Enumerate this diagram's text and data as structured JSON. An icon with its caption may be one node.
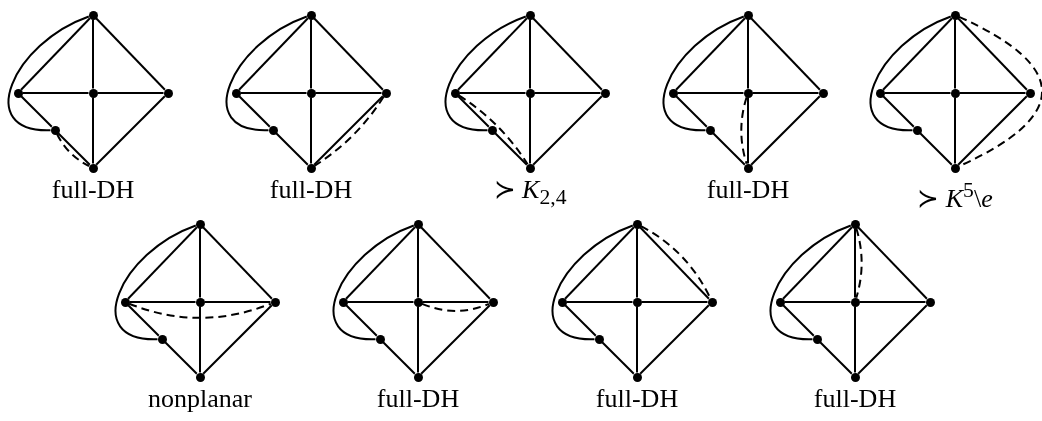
{
  "diagram": {
    "nodes": [
      {
        "text": [],
        "shape": "circle"
      },
      {
        "text": [],
        "shape": "circle"
      },
      {
        "text": [],
        "shape": "circle"
      },
      {
        "text": [],
        "shape": "circle"
      },
      {
        "text": [],
        "shape": "circle"
      },
      {
        "text": [],
        "shape": "circle"
      },
      {
        "text": [],
        "shape": "circle"
      },
      {
        "text": [],
        "shape": "circle"
      },
      {
        "text": [],
        "shape": "circle"
      },
      {
        "text": [],
        "shape": "circle"
      },
      {
        "text": [],
        "shape": "circle"
      },
      {
        "text": [],
        "shape": "circle"
      },
      {
        "text": [],
        "shape": "circle"
      },
      {
        "text": [],
        "shape": "circle"
      },
      {
        "text": [],
        "shape": "circle"
      },
      {
        "text": [],
        "shape": "circle"
      },
      {
        "text": [],
        "shape": "circle"
      },
      {
        "text": [],
        "shape": "circle"
      },
      {
        "text": [],
        "shape": "circle"
      },
      {
        "text": [],
        "shape": "circle"
      },
      {
        "text": [],
        "shape": "circle"
      },
      {
        "text": [],
        "shape": "circle"
      },
      {
        "text": [],
        "shape": "circle"
      },
      {
        "text": [],
        "shape": "circle"
      },
      {
        "text": [],
        "shape": "circle"
      },
      {
        "text": [],
        "shape": "circle"
      },
      {
        "text": [],
        "shape": "circle"
      },
      {
        "text": [],
        "shape": "circle"
      },
      {
        "text": [],
        "shape": "circle"
      },
      {
        "text": [],
        "shape": "circle"
      },
      {
        "text": [],
        "shape": "circle"
      },
      {
        "text": [],
        "shape": "circle"
      },
      {
        "text": [],
        "shape": "circle"
      },
      {
        "text": [],
        "shape": "circle"
      },
      {
        "text": [],
        "shape": "circle"
      },
      {
        "text": [],
        "shape": "circle"
      },
      {
        "text": [],
        "shape": "circle"
      },
      {
        "text": [],
        "shape": "circle"
      },
      {
        "text": [],
        "shape": "circle"
      },
      {
        "text": [],
        "shape": "circle"
      },
      {
        "text": [],
        "shape": "circle"
      },
      {
        "text": [],
        "shape": "circle"
      },
      {
        "text": [],
        "shape": "circle"
      },
      {
        "text": [],
        "shape": "circle"
      },
      {
        "text": [],
        "shape": "circle"
      },
      {
        "text": [],
        "shape": "circle"
      },
      {
        "text": [],
        "shape": "circle"
      },
      {
        "text": [],
        "shape": "circle"
      },
      {
        "text": [],
        "shape": "circle"
      },
      {
        "text": [],
        "shape": "circle"
      },
      {
        "text": [],
        "shape": "circle"
      },
      {
        "text": [],
        "shape": "circle"
      },
      {
        "text": [],
        "shape": "circle"
      },
      {
        "text": [],
        "shape": "circle"
      }
    ],
    "edges": [
      {
        "from": 0,
        "to": 1,
        "arrow": "none"
      },
      {
        "from": 0,
        "to": 3,
        "arrow": "none"
      },
      {
        "from": 0,
        "to": 2,
        "arrow": "none"
      },
      {
        "from": 1,
        "to": 2,
        "arrow": "none"
      },
      {
        "from": 2,
        "to": 3,
        "arrow": "none"
      },
      {
        "from": 2,
        "to": 5,
        "arrow": "none"
      },
      {
        "from": 3,
        "to": 5,
        "arrow": "none"
      },
      {
        "from": 1,
        "to": 4,
        "arrow": "none"
      },
      {
        "from": 4,
        "to": 5,
        "arrow": "none"
      },
      {
        "from": 0,
        "to": 4,
        "arrow": "none"
      },
      {
        "from": 4,
        "to": 5,
        "arrow": "none",
        "style": "dashed"
      },
      {
        "from": 6,
        "to": 7,
        "arrow": "none"
      },
      {
        "from": 6,
        "to": 9,
        "arrow": "none"
      },
      {
        "from": 6,
        "to": 8,
        "arrow": "none"
      },
      {
        "from": 7,
        "to": 8,
        "arrow": "none"
      },
      {
        "from": 8,
        "to": 9,
        "arrow": "none"
      },
      {
        "from": 8,
        "to": 11,
        "arrow": "none"
      },
      {
        "from": 9,
        "to": 11,
        "arrow": "none"
      },
      {
        "from": 7,
        "to": 10,
        "arrow": "none"
      },
      {
        "from": 10,
        "to": 11,
        "arrow": "none"
      },
      {
        "from": 6,
        "to": 10,
        "arrow": "none"
      },
      {
        "from": 9,
        "to": 11,
        "arrow": "none",
        "style": "dashed"
      },
      {
        "from": 12,
        "to": 13,
        "arrow": "none"
      },
      {
        "from": 12,
        "to": 15,
        "arrow": "none"
      },
      {
        "from": 12,
        "to": 14,
        "arrow": "none"
      },
      {
        "from": 13,
        "to": 14,
        "arrow": "none"
      },
      {
        "from": 14,
        "to": 15,
        "arrow": "none"
      },
      {
        "from": 14,
        "to": 17,
        "arrow": "none"
      },
      {
        "from": 15,
        "to": 17,
        "arrow": "none"
      },
      {
        "from": 13,
        "to": 16,
        "arrow": "none"
      },
      {
        "from": 16,
        "to": 17,
        "arrow": "none"
      },
      {
        "from": 12,
        "to": 16,
        "arrow": "none"
      },
      {
        "from": 13,
        "to": 17,
        "arrow": "none",
        "style": "dashed"
      },
      {
        "from": 18,
        "to": 19,
        "arrow": "none"
      },
      {
        "from": 18,
        "to": 21,
        "arrow": "none"
      },
      {
        "from": 18,
        "to": 20,
        "arrow": "none"
      },
      {
        "from": 19,
        "to": 20,
        "arrow": "none"
      },
      {
        "from": 20,
        "to": 21,
        "arrow": "none"
      },
      {
        "from": 20,
        "to": 23,
        "arrow": "none"
      },
      {
        "from": 21,
        "to": 23,
        "arrow": "none"
      },
      {
        "from": 19,
        "to": 22,
        "arrow": "none"
      },
      {
        "from": 22,
        "to": 23,
        "arrow": "none"
      },
      {
        "from": 18,
        "to": 22,
        "arrow": "none"
      },
      {
        "from": 20,
        "to": 23,
        "arrow": "none",
        "style": "dashed"
      },
      {
        "from": 24,
        "to": 25,
        "arrow": "none"
      },
      {
        "from": 24,
        "to": 27,
        "arrow": "none"
      },
      {
        "from": 24,
        "to": 26,
        "arrow": "none"
      },
      {
        "from": 25,
        "to": 26,
        "arrow": "none"
      },
      {
        "from": 26,
        "to": 27,
        "arrow": "none"
      },
      {
        "from": 26,
        "to": 29,
        "arrow": "none"
      },
      {
        "from": 27,
        "to": 29,
        "arrow": "none"
      },
      {
        "from": 25,
        "to": 28,
        "arrow": "none"
      },
      {
        "from": 28,
        "to": 29,
        "arrow": "none"
      },
      {
        "from": 24,
        "to": 28,
        "arrow": "none"
      },
      {
        "from": 24,
        "to": 29,
        "arrow": "none",
        "style": "dashed"
      },
      {
        "from": 30,
        "to": 31,
        "arrow": "none"
      },
      {
        "from": 30,
        "to": 33,
        "arrow": "none"
      },
      {
        "from": 30,
        "to": 32,
        "arrow": "none"
      },
      {
        "from": 31,
        "to": 32,
        "arrow": "none"
      },
      {
        "from": 32,
        "to": 33,
        "arrow": "none"
      },
      {
        "from": 32,
        "to": 35,
        "arrow": "none"
      },
      {
        "from": 33,
        "to": 35,
        "arrow": "none"
      },
      {
        "from": 31,
        "to": 34,
        "arrow": "none"
      },
      {
        "from": 34,
        "to": 35,
        "arrow": "none"
      },
      {
        "from": 30,
        "to": 34,
        "arrow": "none"
      },
      {
        "from": 31,
        "to": 33,
        "arrow": "none",
        "style": "dashed"
      },
      {
        "from": 36,
        "to": 37,
        "arrow": "none"
      },
      {
        "from": 36,
        "to": 39,
        "arrow": "none"
      },
      {
        "from": 36,
        "to": 38,
        "arrow": "none"
      },
      {
        "from": 37,
        "to": 38,
        "arrow": "none"
      },
      {
        "from": 38,
        "to": 39,
        "arrow": "none"
      },
      {
        "from": 38,
        "to": 41,
        "arrow": "none"
      },
      {
        "from": 39,
        "to": 41,
        "arrow": "none"
      },
      {
        "from": 37,
        "to": 40,
        "arrow": "none"
      },
      {
        "from": 40,
        "to": 41,
        "arrow": "none"
      },
      {
        "from": 36,
        "to": 40,
        "arrow": "none"
      },
      {
        "from": 38,
        "to": 39,
        "arrow": "none",
        "style": "dashed"
      },
      {
        "from": 42,
        "to": 43,
        "arrow": "none"
      },
      {
        "from": 42,
        "to": 45,
        "arrow": "none"
      },
      {
        "from": 42,
        "to": 44,
        "arrow": "none"
      },
      {
        "from": 43,
        "to": 44,
        "arrow": "none"
      },
      {
        "from": 44,
        "to": 45,
        "arrow": "none"
      },
      {
        "from": 44,
        "to": 47,
        "arrow": "none"
      },
      {
        "from": 45,
        "to": 47,
        "arrow": "none"
      },
      {
        "from": 43,
        "to": 46,
        "arrow": "none"
      },
      {
        "from": 46,
        "to": 47,
        "arrow": "none"
      },
      {
        "from": 42,
        "to": 46,
        "arrow": "none"
      },
      {
        "from": 42,
        "to": 45,
        "arrow": "none",
        "style": "dashed"
      },
      {
        "from": 48,
        "to": 49,
        "arrow": "none"
      },
      {
        "from": 48,
        "to": 51,
        "arrow": "none"
      },
      {
        "from": 48,
        "to": 50,
        "arrow": "none"
      },
      {
        "from": 49,
        "to": 50,
        "arrow": "none"
      },
      {
        "from": 50,
        "to": 51,
        "arrow": "none"
      },
      {
        "from": 50,
        "to": 53,
        "arrow": "none"
      },
      {
        "from": 51,
        "to": 53,
        "arrow": "none"
      },
      {
        "from": 49,
        "to": 52,
        "arrow": "none"
      },
      {
        "from": 52,
        "to": 53,
        "arrow": "none"
      },
      {
        "from": 48,
        "to": 52,
        "arrow": "none"
      },
      {
        "from": 48,
        "to": 50,
        "arrow": "none",
        "style": "dashed"
      }
    ],
    "labels": [
      "full-DH",
      "full-DH",
      "≻ *K*$_{2,4}$",
      "full-DH",
      "≻ *K*$^{5}$\\*e*",
      "nonplanar",
      "full-DH",
      "full-DH",
      "full-DH"
    ]
  }
}
